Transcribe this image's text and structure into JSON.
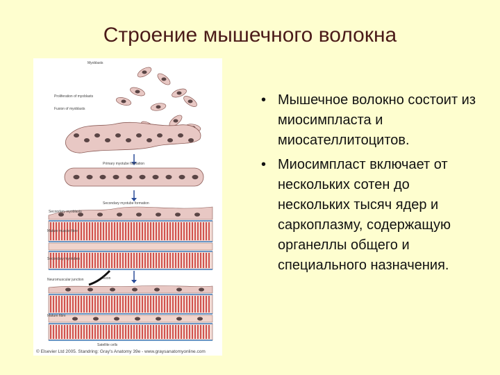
{
  "slide": {
    "title": "Строение мышечного волокна"
  },
  "figure": {
    "labels": {
      "myoblasts": "Myoblasts",
      "proliferation": "Proliferation of myoblasts",
      "fusion": "Fusion of myoblasts",
      "primary_myotube": "Primary myotube formation",
      "secondary_myotube": "Secondary myotube formation",
      "secondary_myoblasts": "Secondary myoblasts",
      "mature_muscle_fibre": "Mature muscle fibre",
      "secondary_myotubes": "Secondary myotubes",
      "neuromuscular_junction": "Neuromuscular junction",
      "axon": "Axon",
      "satellite_cells": "Satellite cells",
      "mature_fibre_bottom": "Mature fibre"
    },
    "caption": "© Elsevier Ltd 2005. Standring: Gray's Anatomy 39e - www.graysanatomyonline.com",
    "colors": {
      "cell_fill": "#e8c8c4",
      "cell_stroke": "#8a5a55",
      "nucleus": "#5a4545",
      "striation": "#c8302a",
      "basal_lamina": "#3a78b8",
      "arrow": "#2a4c98"
    }
  },
  "bullets": [
    "Мышечное волокно состоит из миосимпласта и миосателлитоцитов.",
    "Миосимпласт включает от нескольких сотен до нескольких тысяч ядер и саркоплазму, содержащую органеллы общего и специального назначения."
  ],
  "bullet_marker": "•"
}
